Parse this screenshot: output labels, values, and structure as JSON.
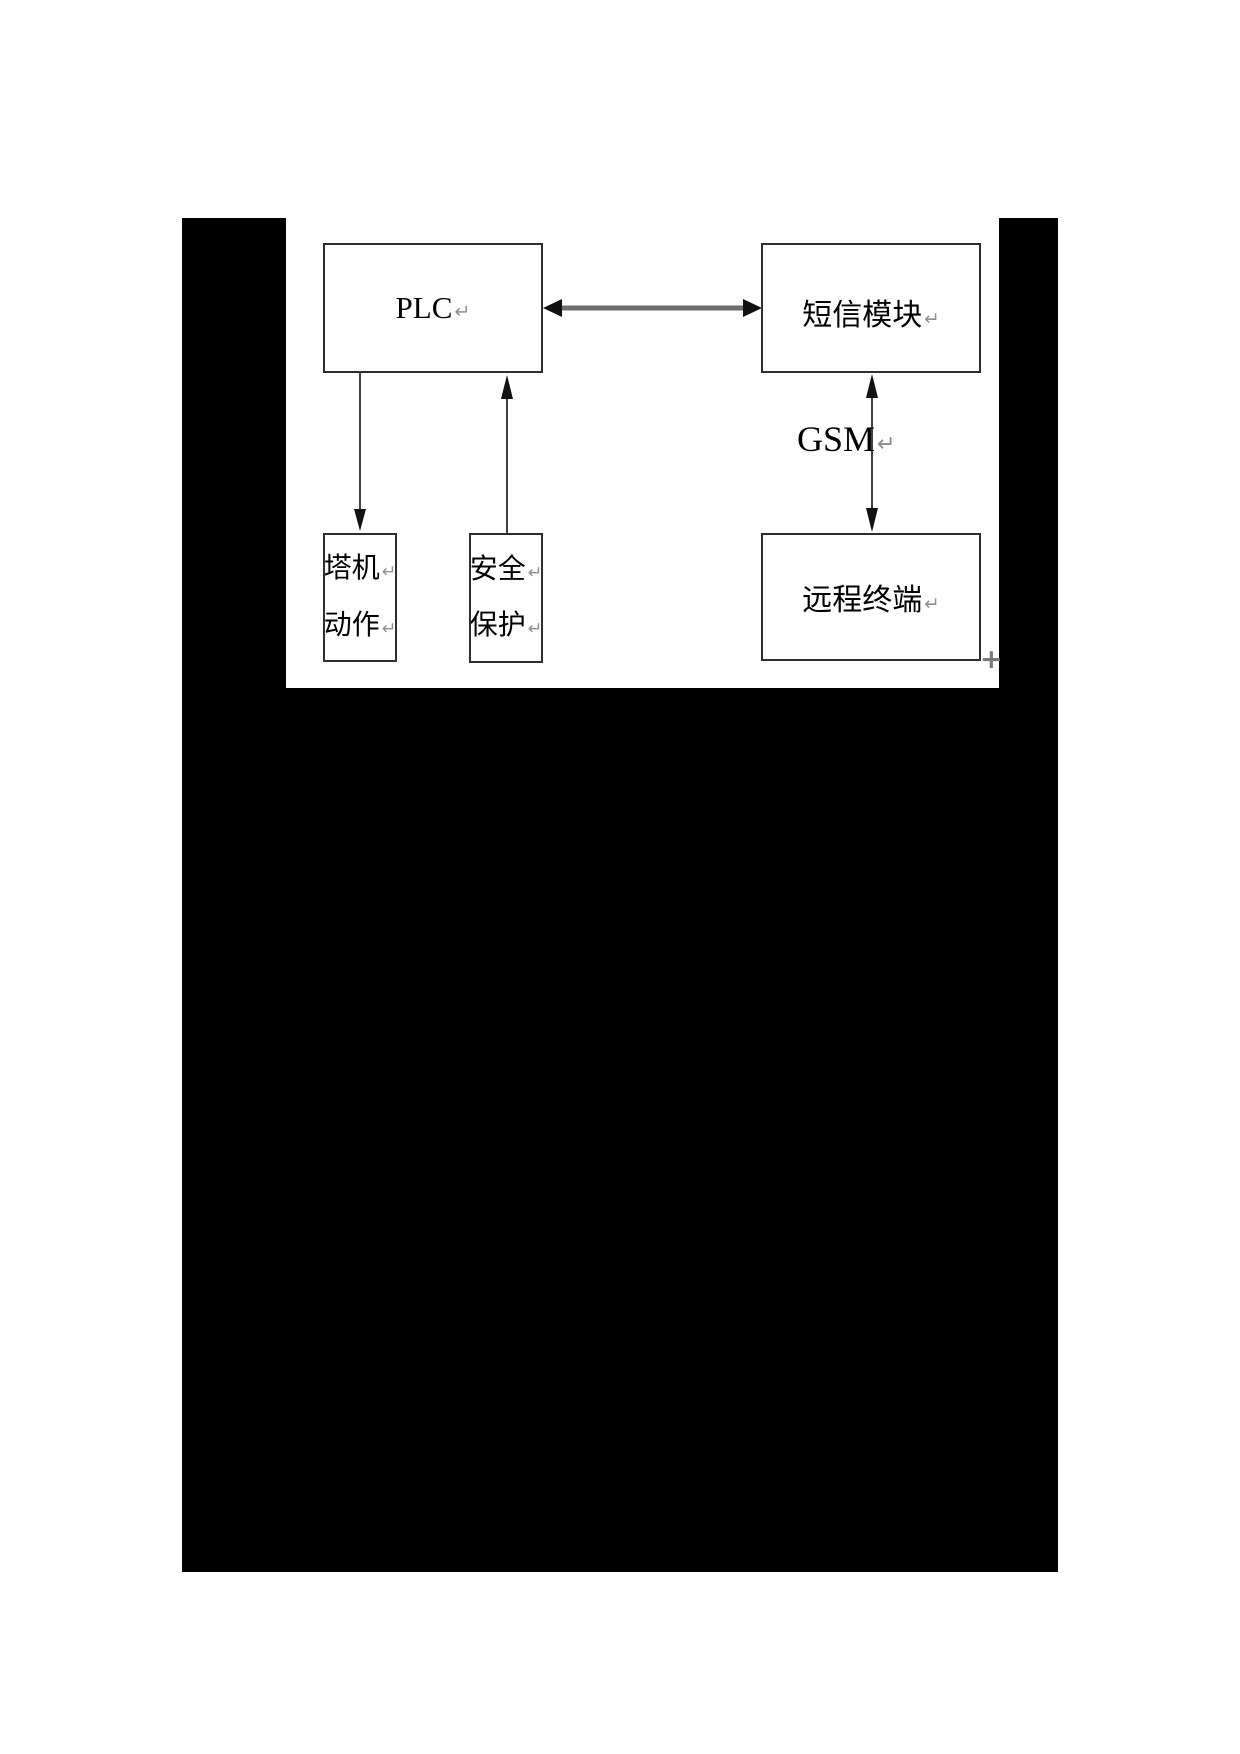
{
  "theme": {
    "page_bg": "#ffffff",
    "mask_color": "#000000",
    "box_border": "#2e2e2e",
    "box_bg": "#ffffff",
    "text_color": "#000000",
    "arrow_color": "#111111",
    "bus_arrow_shaft": "#6e6e6e",
    "return_mark_color": "#8f8f8f",
    "anchor_color": "#7a7a7a"
  },
  "diagram": {
    "nodes": {
      "plc": {
        "label": "PLC"
      },
      "sms_module": {
        "label": "短信模块"
      },
      "tower_action": {
        "lines": [
          "塔机",
          "动作"
        ]
      },
      "safety_protection": {
        "lines": [
          "安全",
          "保护"
        ]
      },
      "remote_terminal": {
        "label": "远程终端"
      }
    },
    "link_label": "GSM",
    "return_mark": "↵",
    "anchor_mark": "+",
    "connections": {
      "plc_sms": "PLC ↔ 短信模块 (double arrow)",
      "plc_to_tower": "PLC → 塔机动作",
      "safety_to_plc": "安全保护 → PLC",
      "sms_remote_gsm": "短信模块 ↔ 远程终端 via GSM (double arrow)"
    }
  }
}
